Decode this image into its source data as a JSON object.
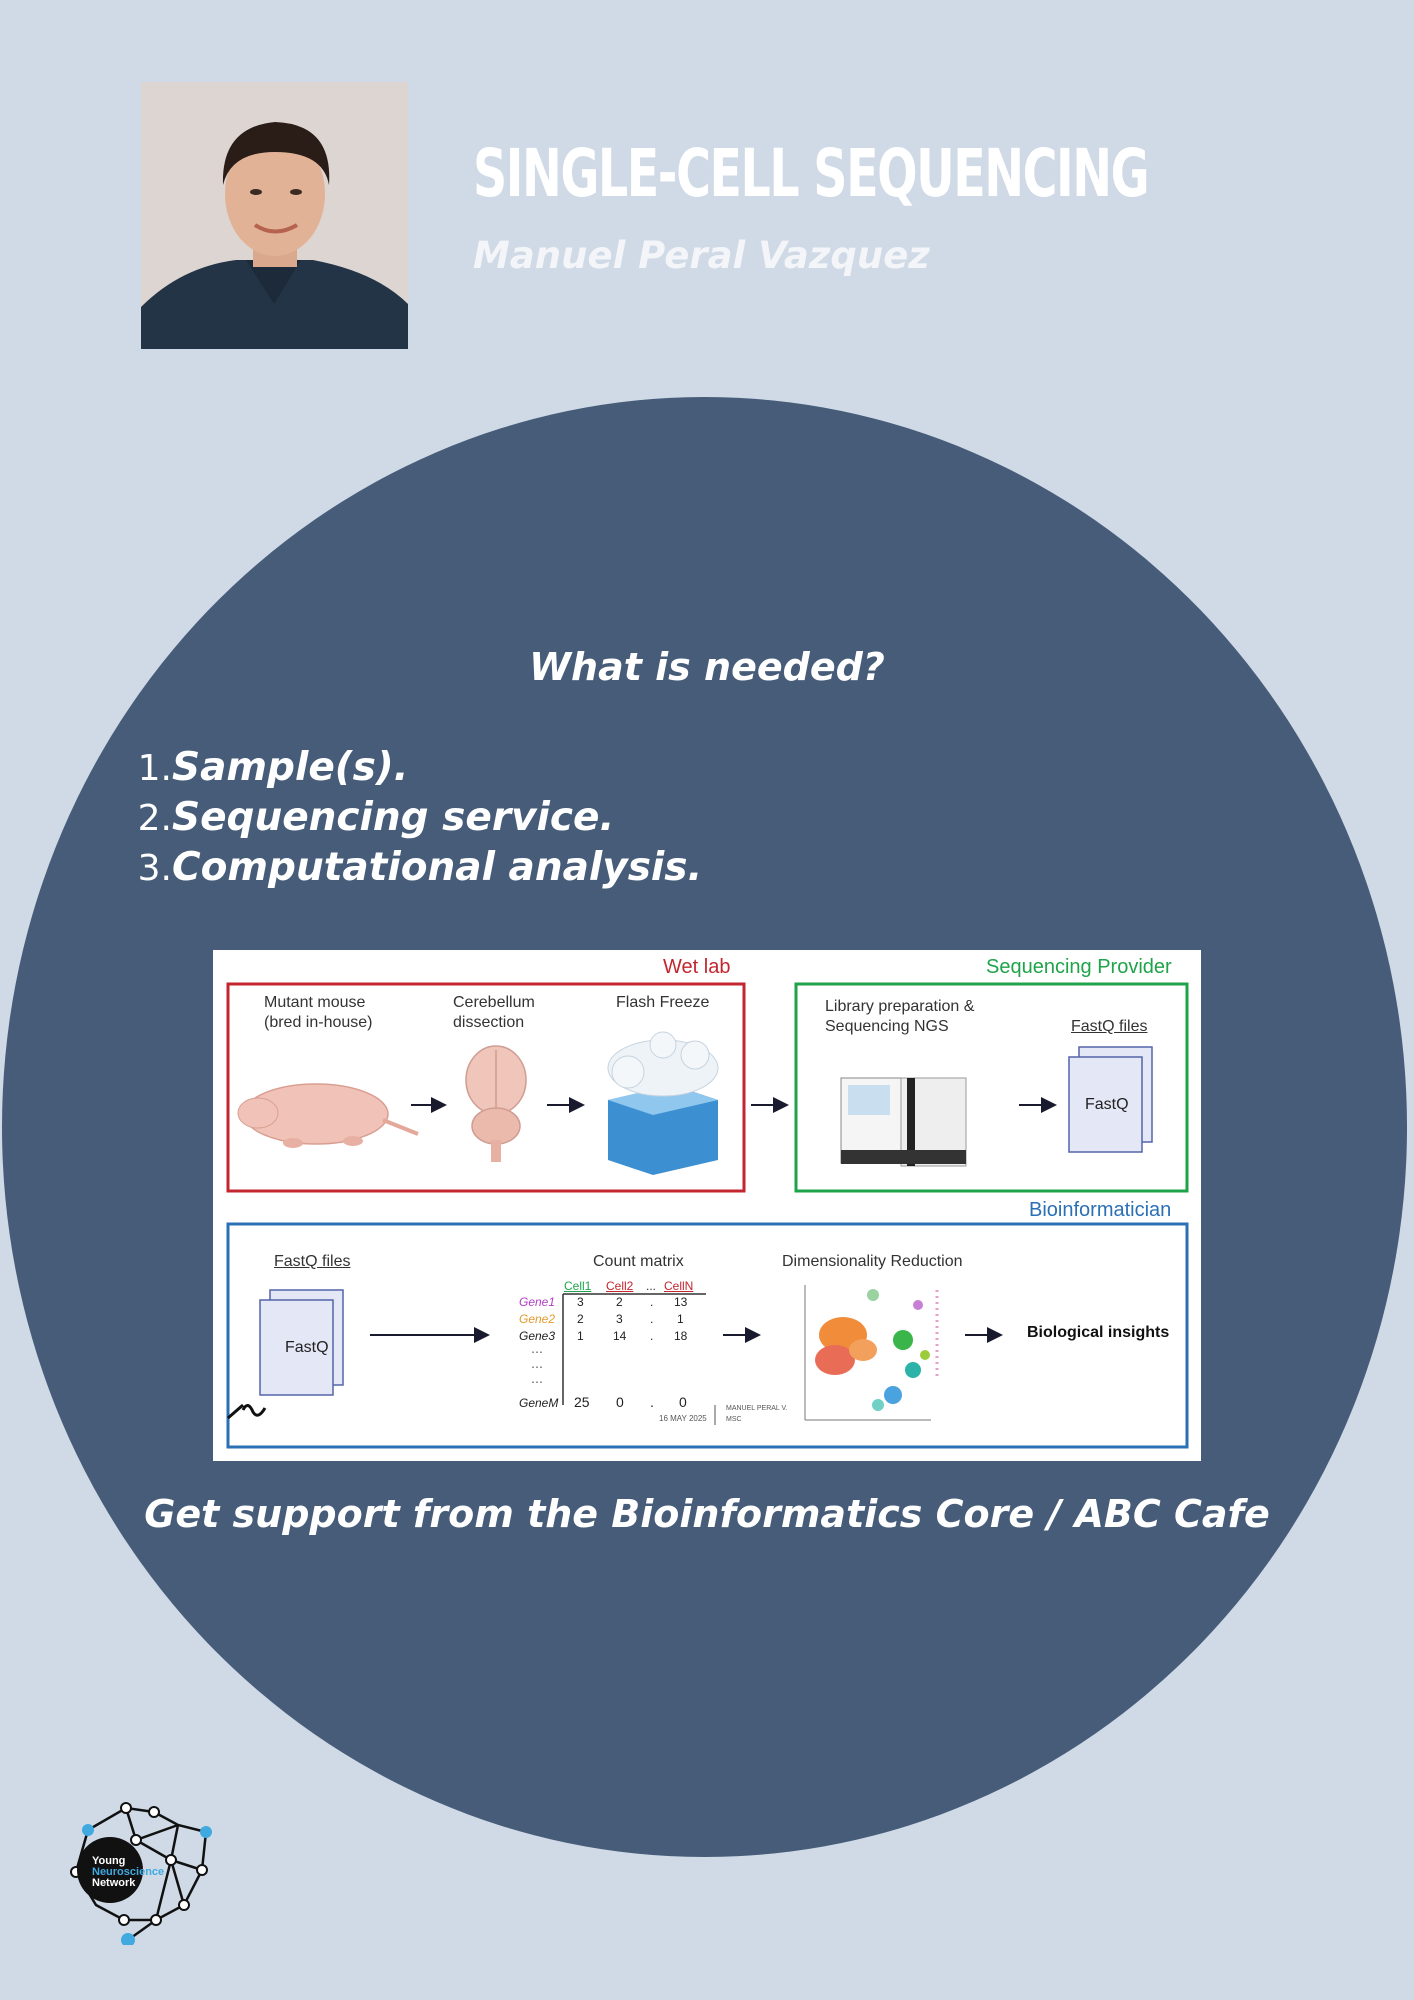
{
  "header": {
    "title": "SINGLE-CELL SEQUENCING",
    "author": "Manuel Peral Vazquez"
  },
  "content": {
    "heading": "What is needed?",
    "steps": [
      {
        "num": "1.",
        "text": "Sample(s)."
      },
      {
        "num": "2.",
        "text": "Sequencing service."
      },
      {
        "num": "3.",
        "text": "Computational analysis."
      }
    ],
    "support": "Get support from the Bioinformatics Core / ABC Cafe"
  },
  "workflow": {
    "wet_lab": {
      "title": "Wet lab",
      "step1": [
        "Mutant mouse",
        "(bred in-house)"
      ],
      "step2": [
        "Cerebellum",
        "dissection"
      ],
      "step3": "Flash Freeze"
    },
    "sequencing": {
      "title": "Sequencing Provider",
      "step1": [
        "Library preparation &",
        "Sequencing NGS"
      ],
      "files_label": "FastQ files",
      "file_text": "FastQ"
    },
    "bioinformatician": {
      "title": "Bioinformatician",
      "files_label": "FastQ files",
      "file_text": "FastQ",
      "matrix_title": "Count matrix",
      "matrix_cols": [
        "Cell1",
        "Cell2",
        "...",
        "CellN"
      ],
      "matrix_rows": [
        {
          "gene": "Gene1",
          "values": [
            "3",
            "2",
            ".",
            "13"
          ]
        },
        {
          "gene": "Gene2",
          "values": [
            "2",
            "3",
            ".",
            "1"
          ]
        },
        {
          "gene": "Gene3",
          "values": [
            "1",
            "14",
            ".",
            "18"
          ]
        },
        {
          "gene": "GeneM",
          "values": [
            "25",
            "0",
            ".",
            "0"
          ]
        }
      ],
      "signature": [
        "MANUEL PERAL V.",
        "MSC"
      ],
      "date": "16 MAY 2025",
      "dimred_title": "Dimensionality Reduction",
      "insights": "Biological insights"
    }
  },
  "logo": {
    "line1": "Young",
    "line2": "Neuroscience",
    "line3": "Network"
  },
  "colors": {
    "background": "#cfdae6",
    "circle": "#465c79",
    "wet_lab": "#c3262e",
    "sequencing": "#1fa34a",
    "bioinformatician": "#2b6fb5"
  }
}
